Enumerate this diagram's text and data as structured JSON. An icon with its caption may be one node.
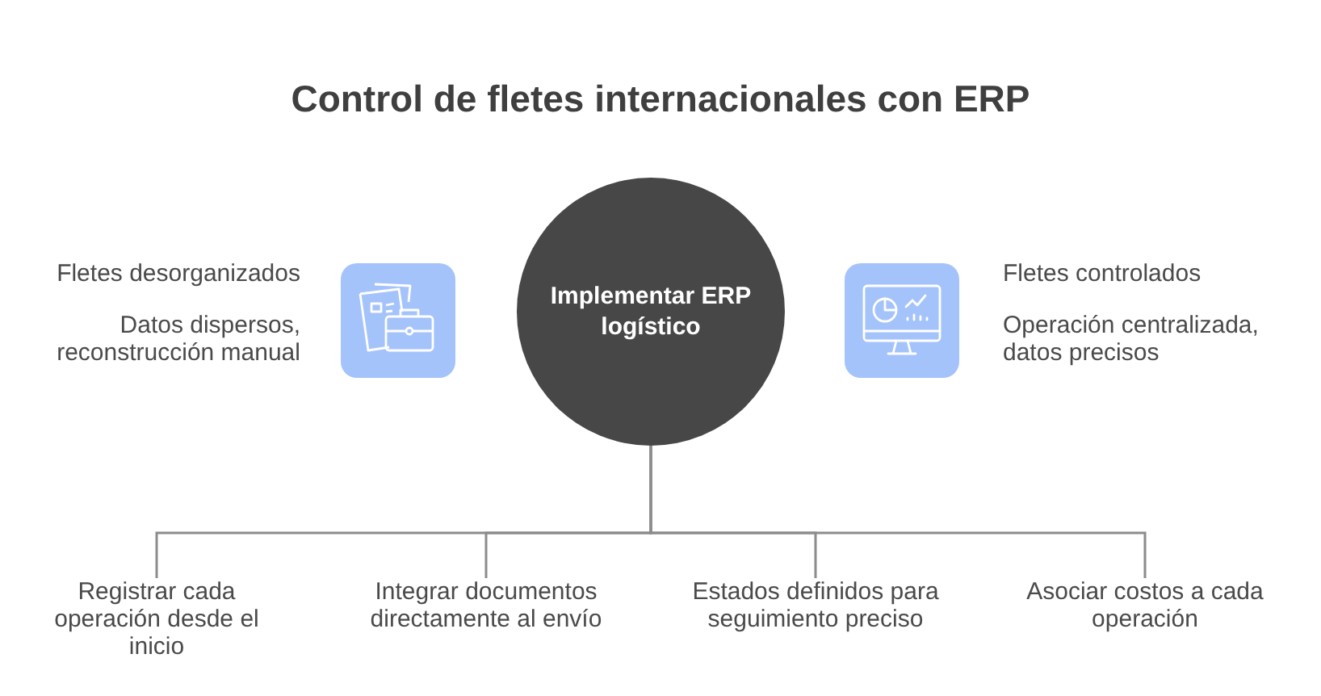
{
  "diagram": {
    "title": "Control de fletes internacionales con ERP",
    "nodes": [
      {
        "text": [
          "Implementar ERP logístico"
        ]
      },
      {
        "text": [
          "Registrar cada operación desde el inicio"
        ]
      },
      {
        "text": [
          "Integrar documentos directamente al envío"
        ]
      },
      {
        "text": [
          "Estados definidos para seguimiento preciso"
        ]
      },
      {
        "text": [
          "Asociar costos a cada operación"
        ]
      }
    ],
    "edges": [
      {
        "from": 0,
        "to": 1,
        "arrow": "none"
      },
      {
        "from": 0,
        "to": 2,
        "arrow": "none"
      },
      {
        "from": 0,
        "to": 3,
        "arrow": "none"
      },
      {
        "from": 0,
        "to": 4,
        "arrow": "none"
      }
    ],
    "labels": [
      "Fletes desorganizados",
      "Datos dispersos, reconstrucción manual",
      "Fletes controlados",
      "Operación centralizada, datos precisos"
    ]
  }
}
